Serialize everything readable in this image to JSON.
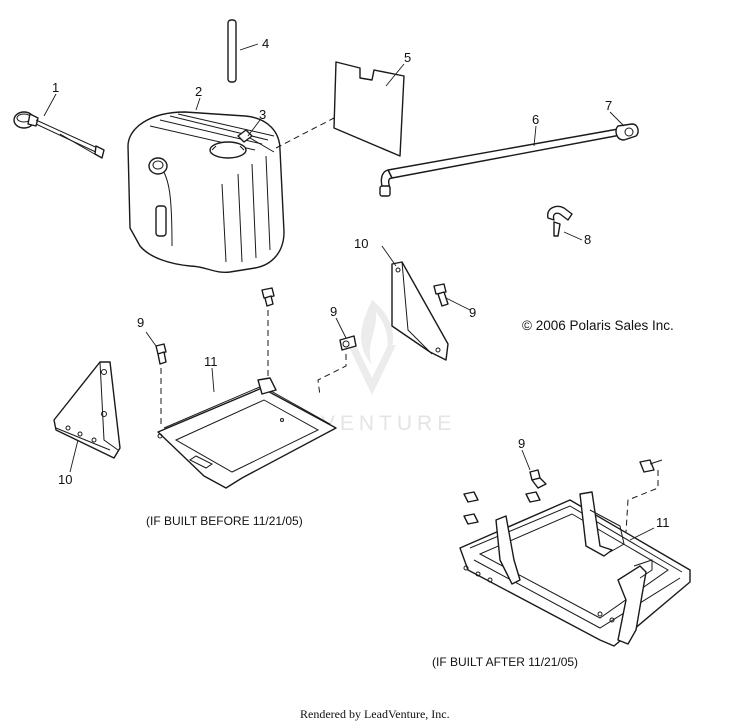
{
  "copyright": "© 2006 Polaris Sales Inc.",
  "watermark": "LEADVENTURE",
  "notes": {
    "before": "(IF BUILT BEFORE 11/21/05)",
    "after": "(IF BUILT AFTER 11/21/05)"
  },
  "footer": "Rendered by LeadVenture, Inc.",
  "callouts": {
    "c1": "1",
    "c2": "2",
    "c3": "3",
    "c4": "4",
    "c5": "5",
    "c6": "6",
    "c7": "7",
    "c8": "8",
    "c9a": "9",
    "c9b": "9",
    "c9c": "9",
    "c9d": "9",
    "c10a": "10",
    "c10b": "10",
    "c11a": "11",
    "c11b": "11"
  }
}
